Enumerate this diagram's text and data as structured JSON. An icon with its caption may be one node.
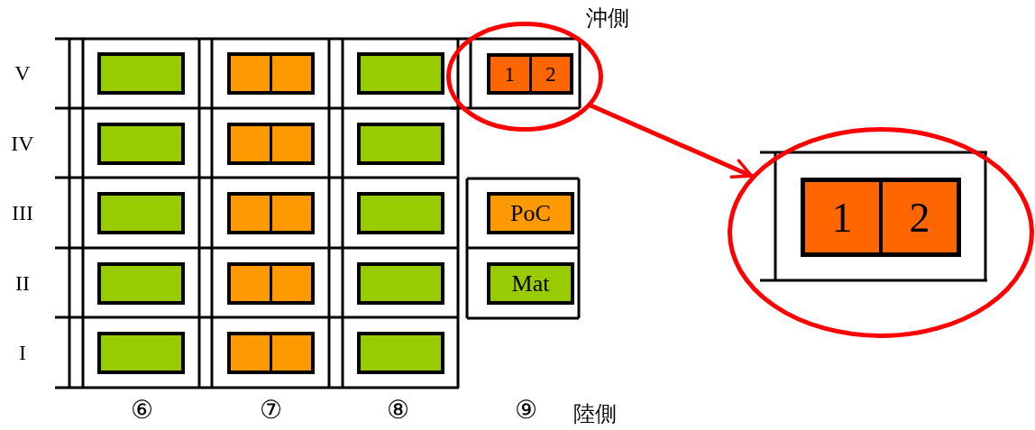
{
  "diagram": {
    "nodes": [
      {
        "text": [],
        "shape": "circle"
      },
      {
        "text": [
          "1",
          "2"
        ],
        "in": 0
      },
      {
        "text": [],
        "shape": "circle"
      },
      {
        "text": [
          "1",
          "2"
        ],
        "in": 2
      },
      {
        "text": [],
        "shape": "box"
      },
      {
        "text": [],
        "shape": "box"
      },
      {
        "text": [],
        "shape": "box"
      },
      {
        "text": [],
        "shape": "box"
      },
      {
        "text": [],
        "shape": "box"
      },
      {
        "text": [],
        "shape": "box"
      },
      {
        "text": [],
        "shape": "box"
      },
      {
        "text": [],
        "shape": "box"
      },
      {
        "text": [],
        "shape": "box"
      },
      {
        "text": [
          "PoC"
        ]
      },
      {
        "text": [],
        "shape": "box"
      },
      {
        "text": [],
        "shape": "box"
      },
      {
        "text": [],
        "shape": "box"
      },
      {
        "text": [
          "Mat"
        ]
      },
      {
        "text": [],
        "shape": "box"
      },
      {
        "text": [],
        "shape": "box"
      },
      {
        "text": [],
        "shape": "box"
      }
    ],
    "edges": [
      {
        "from": 0,
        "to": 2,
        "arrow": "to",
        "color": "#ff0000"
      }
    ],
    "labels": [
      "沖側",
      "V",
      "IV",
      "III",
      "II",
      "I",
      "⑥",
      "⑦",
      "⑧",
      "⑨",
      "陸側"
    ]
  }
}
